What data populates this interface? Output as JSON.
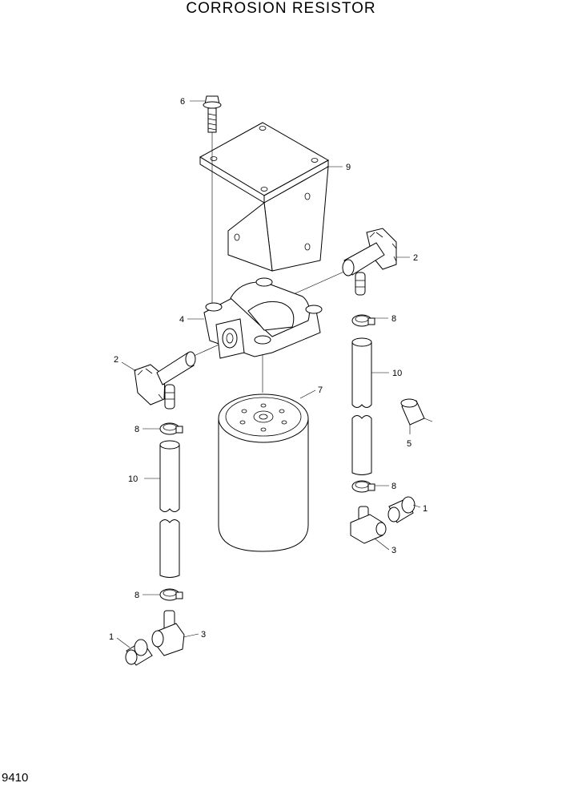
{
  "title": "CORROSION  RESISTOR",
  "page_code": "9410",
  "callouts": [
    {
      "id": "c6",
      "label": "6"
    },
    {
      "id": "c9",
      "label": "9"
    },
    {
      "id": "c2a",
      "label": "2"
    },
    {
      "id": "c4",
      "label": "4"
    },
    {
      "id": "c8a",
      "label": "8"
    },
    {
      "id": "c2b",
      "label": "2"
    },
    {
      "id": "c10a",
      "label": "10"
    },
    {
      "id": "c7",
      "label": "7"
    },
    {
      "id": "c5",
      "label": "5"
    },
    {
      "id": "c8b",
      "label": "8"
    },
    {
      "id": "c10b",
      "label": "10"
    },
    {
      "id": "c8c",
      "label": "8"
    },
    {
      "id": "c1a",
      "label": "1"
    },
    {
      "id": "c3a",
      "label": "3"
    },
    {
      "id": "c8d",
      "label": "8"
    },
    {
      "id": "c3b",
      "label": "3"
    },
    {
      "id": "c1b",
      "label": "1"
    }
  ]
}
